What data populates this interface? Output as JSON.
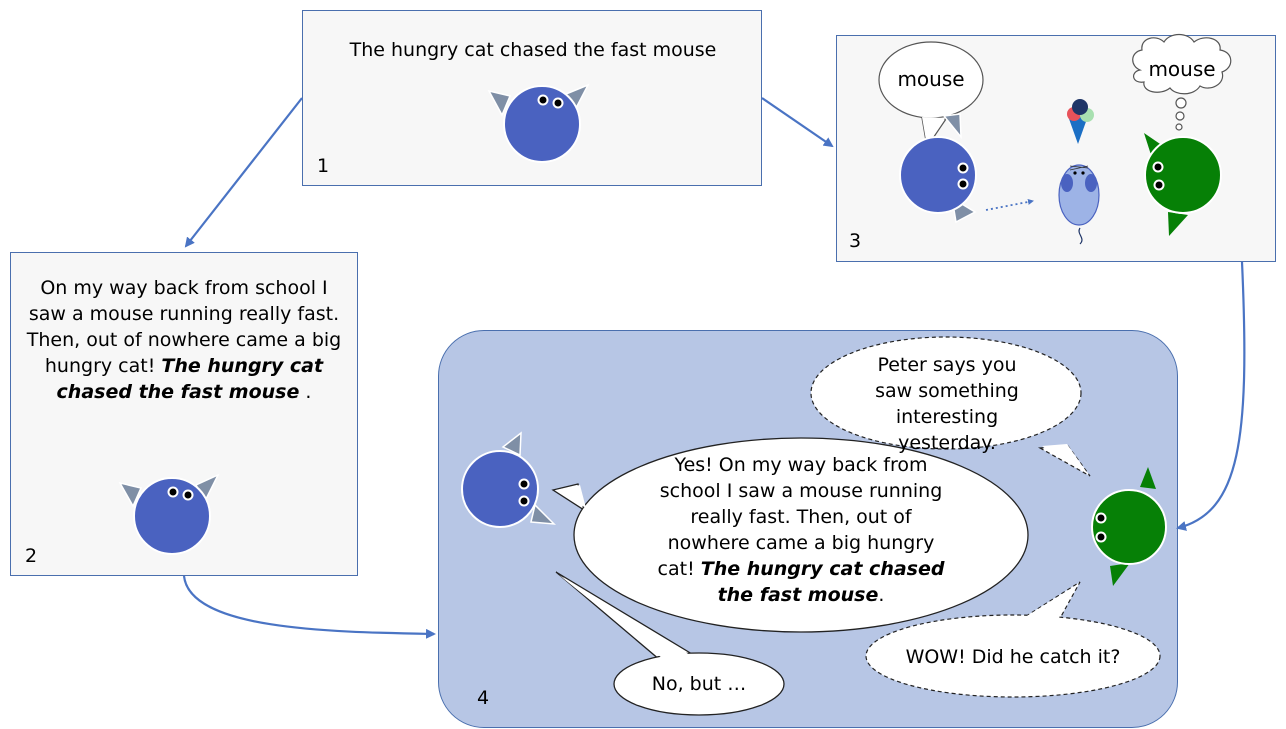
{
  "panels": [
    {
      "number": "1",
      "text": "The hungry cat chased the fast mouse"
    },
    {
      "number": "2",
      "text_plain": "On my way back from school I saw a mouse running really fast. Then, out of nowhere came a big hungry cat! ",
      "text_emph": "The hungry cat chased the fast mouse",
      "text_end": " ."
    },
    {
      "number": "3",
      "speech": "mouse",
      "thought": "mouse"
    },
    {
      "number": "4",
      "bubble_peter": "Peter says you saw something interesting yesterday.",
      "bubble_yes_plain": "Yes! On my way back from school I saw a mouse running really fast. Then, out of nowhere came a big hungry cat! ",
      "bubble_yes_emph": "The hungry cat chased the fast mouse",
      "bubble_yes_end": ".",
      "bubble_wow": "WOW! Did he catch it?",
      "bubble_no": "No, but …"
    }
  ],
  "colors": {
    "blue_cat": "#4a62c0",
    "green_cat": "#068006",
    "ears": "#7f8fa6",
    "arrow": "#4a74c4",
    "panel4_bg": "#b7c6e5"
  }
}
